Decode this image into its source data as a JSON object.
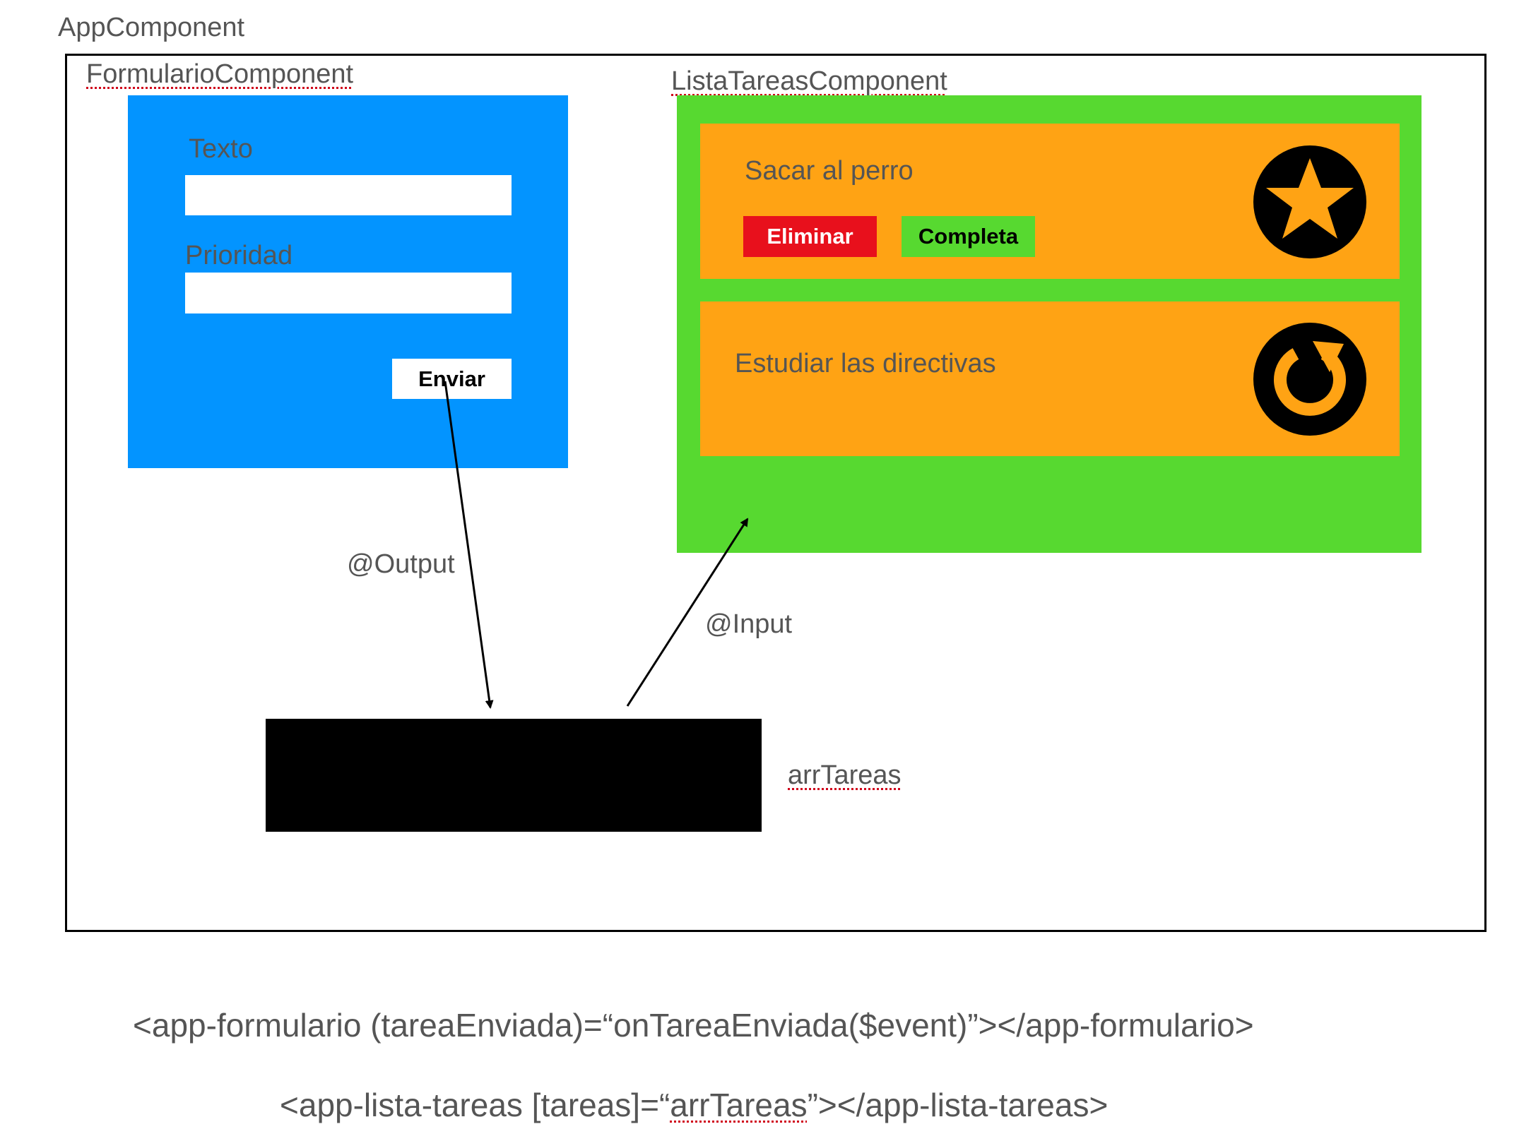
{
  "labels": {
    "app_component": "AppComponent",
    "formulario_component": "FormularioComponent",
    "lista_tareas_component": "ListaTareasComponent",
    "output_decorator": "@Output",
    "input_decorator": "@Input",
    "store_name": "arrTareas"
  },
  "form": {
    "texto_label": "Texto",
    "prioridad_label": "Prioridad",
    "submit_label": "Enviar"
  },
  "tasks": [
    {
      "title": "Sacar al perro",
      "status_icon": "star-icon",
      "buttons": {
        "delete": "Eliminar",
        "complete": "Completa"
      }
    },
    {
      "title": "Estudiar las directivas",
      "status_icon": "refresh-icon"
    }
  ],
  "code": {
    "line1": "<app-formulario (tareaEnviada)=“onTareaEnviada($event)”></app-formulario>",
    "line2_prefix": "<app-lista-tareas [tareas]=“",
    "line2_binding": "arrTareas",
    "line2_suffix": "”></app-lista-tareas>"
  },
  "colors": {
    "form_panel": "#0394ff",
    "list_panel": "#57d930",
    "task_card": "#ffa314",
    "delete_button": "#e8101c",
    "complete_button": "#57d930",
    "store_box": "#000000",
    "spell_underline": "#d0021b"
  }
}
